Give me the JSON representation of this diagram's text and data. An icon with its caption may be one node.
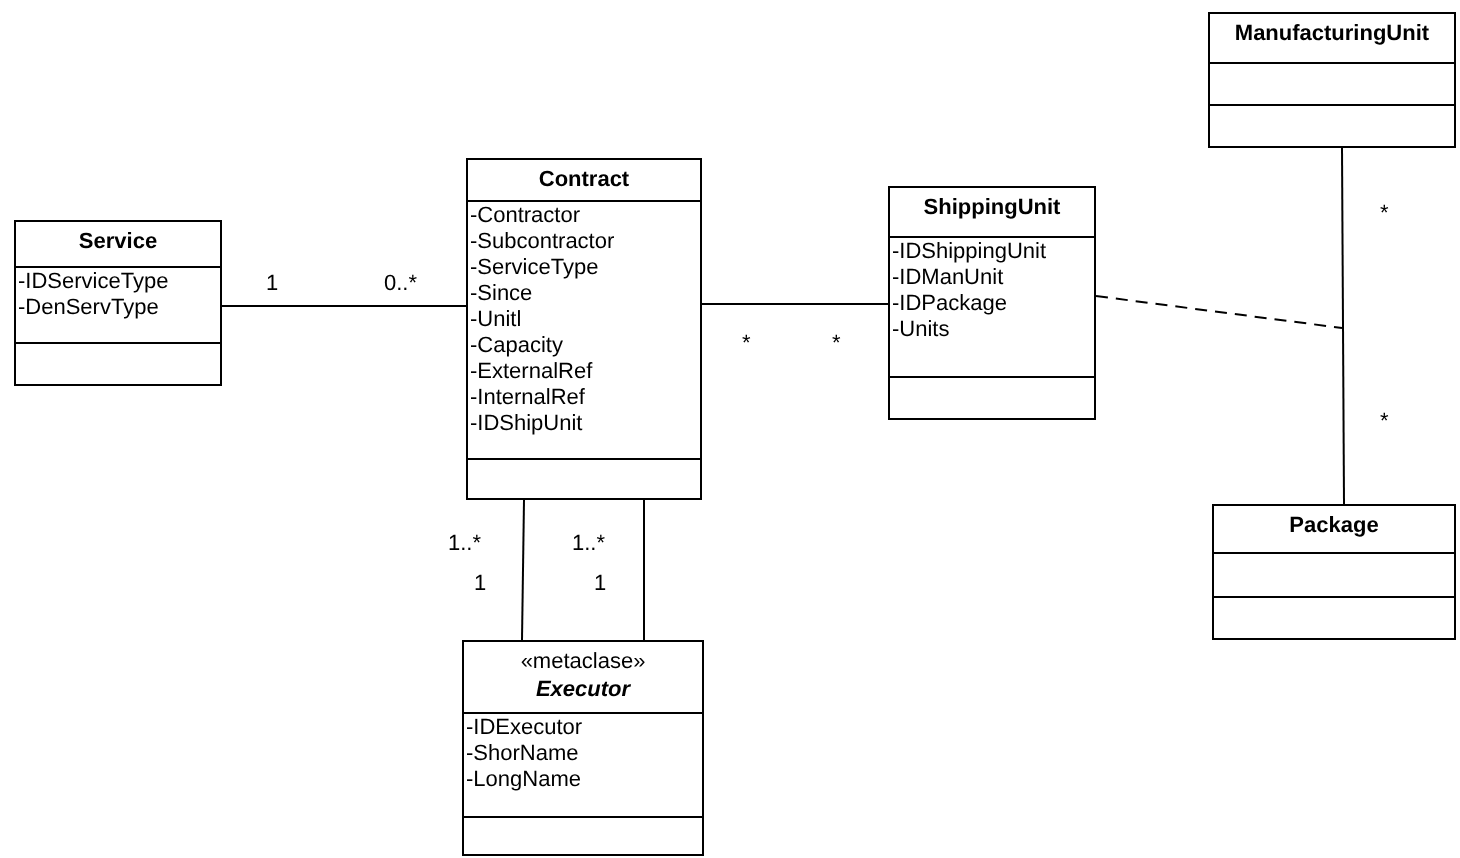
{
  "diagram": {
    "nodes": [
      {
        "text": [
          "Service",
          "-IDServiceType",
          "-DenServType"
        ]
      },
      {
        "text": [
          "Contract",
          "-Contractor",
          "-Subcontractor",
          "-ServiceType",
          "-Since",
          "-Unitl",
          "-Capacity",
          "-ExternalRef",
          "-InternalRef",
          "-IDShipUnit"
        ]
      },
      {
        "text": [
          "ShippingUnit",
          "-IDShippingUnit",
          "-IDManUnit",
          "-IDPackage",
          "-Units"
        ]
      },
      {
        "text": [
          "ManufacturingUnit"
        ]
      },
      {
        "text": [
          "Package"
        ]
      },
      {
        "text": [
          "«metaclase»",
          "Executor",
          "-IDExecutor",
          "-ShorName",
          "-LongName"
        ]
      }
    ],
    "edges": [
      {
        "from": 0,
        "to": 1,
        "arrow": "none"
      },
      {
        "from": 1,
        "to": 2,
        "arrow": "none"
      },
      {
        "from": 3,
        "to": 4,
        "arrow": "none"
      },
      {
        "from": 2,
        "to": null,
        "arrow": "none",
        "style": "dashed"
      },
      {
        "from": 1,
        "to": 5,
        "arrow": "none"
      },
      {
        "from": 1,
        "to": 5,
        "arrow": "none"
      }
    ],
    "labels": [
      "*",
      "1",
      "0..*",
      "*",
      "*",
      "*",
      "1..*",
      "1..*",
      "1",
      "1"
    ]
  }
}
